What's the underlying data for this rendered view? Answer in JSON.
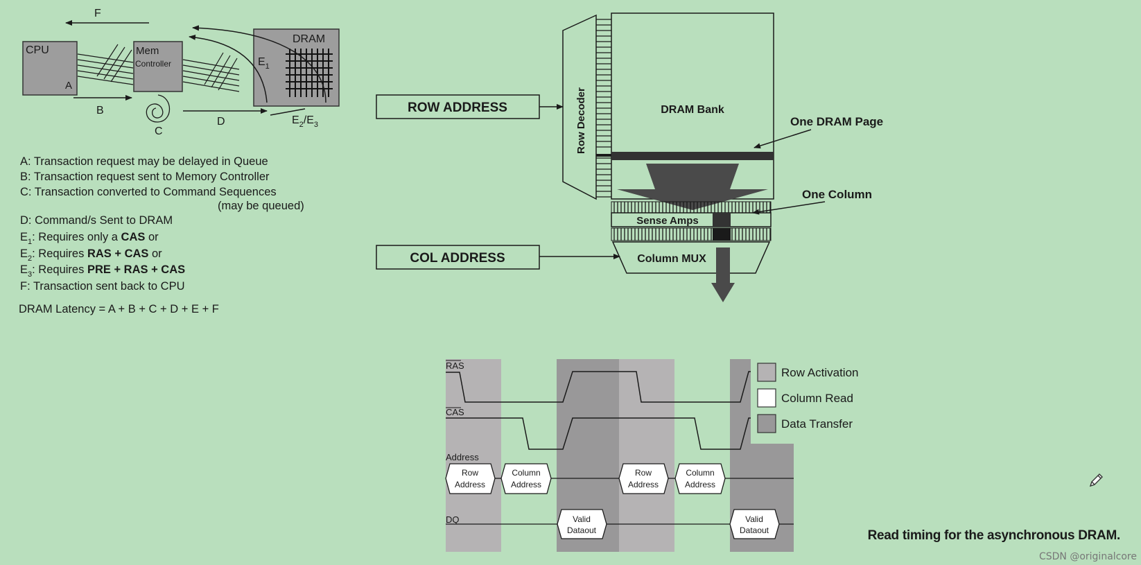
{
  "pipeline": {
    "cpu_label": "CPU",
    "cpu_sub": "A",
    "mem_label": "Mem",
    "controller_label": "Controller",
    "dram_label": "DRAM",
    "F": "F",
    "B": "B",
    "C": "C",
    "D": "D",
    "E1": "E",
    "E1_sub": "1",
    "E23_a": "E",
    "E23_a_sub": "2",
    "E23_sep": "/E",
    "E23_b_sub": "3"
  },
  "notes": {
    "A": "A: Transaction request may be delayed in Queue",
    "B": "B: Transaction request sent to Memory Controller",
    "C": "C: Transaction converted to Command Sequences",
    "C2": "(may be queued)",
    "D": "D: Command/s Sent to DRAM",
    "E1_pre": "E",
    "E1_sub": "1",
    "E1_txt": ": Requires only a ",
    "E1_bold": "CAS",
    "E1_post": " or",
    "E2_pre": "E",
    "E2_sub": "2",
    "E2_txt": ": Requires ",
    "E2_bold": "RAS + CAS",
    "E2_post": " or",
    "E3_pre": "E",
    "E3_sub": "3",
    "E3_txt": ": Requires ",
    "E3_bold": "PRE + RAS + CAS",
    "F": "F: Transaction sent back to CPU",
    "latency": "DRAM Latency = A + B + C + D + E + F"
  },
  "bank": {
    "row_address": "ROW ADDRESS",
    "col_address": "COL ADDRESS",
    "row_decoder": "Row Decoder",
    "dram_bank": "DRAM Bank",
    "one_page": "One DRAM Page",
    "one_column": "One Column",
    "sense_amps": "Sense Amps",
    "column_mux": "Column MUX"
  },
  "timing": {
    "ras": "RAS",
    "cas": "CAS",
    "address": "Address",
    "dq": "DQ",
    "row1": "Row",
    "row2": "Address",
    "col1": "Column",
    "col2": "Address",
    "valid1": "Valid",
    "valid2": "Dataout",
    "legend": [
      "Row Activation",
      "Column Read",
      "Data Transfer"
    ],
    "legend_colors": [
      "#b5b3b4",
      "#ffffff",
      "#999899"
    ]
  },
  "caption": "Read timing for the asynchronous DRAM.",
  "watermark": "CSDN @originalcore"
}
